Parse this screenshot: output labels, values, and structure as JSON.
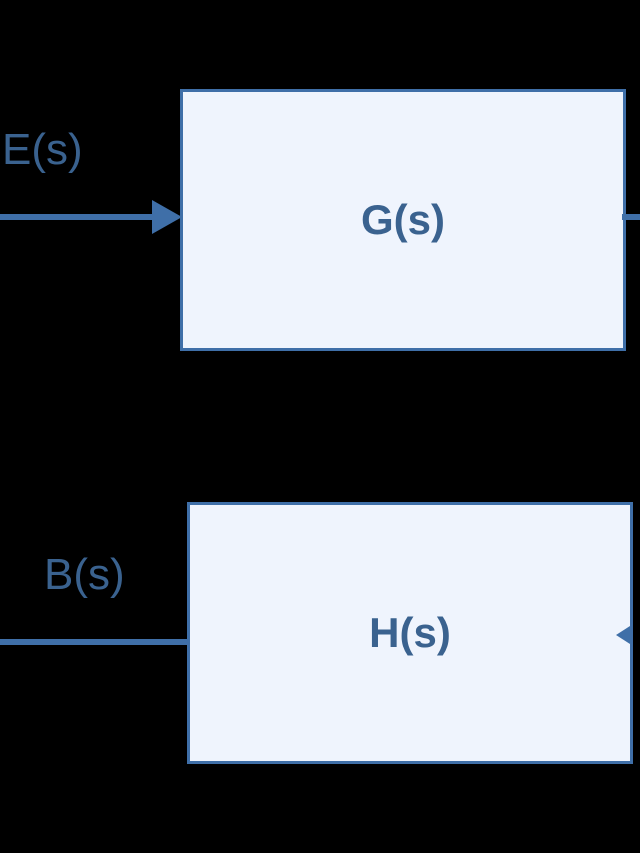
{
  "diagram": {
    "type": "control-system-block-diagram",
    "background_color": "#000000",
    "accent_color": "#3f6fa8",
    "block_fill_color": "#eff4fd",
    "text_color": "#3a628f",
    "blocks": [
      {
        "id": "gs",
        "label": "G(s)",
        "name": "forward-path-transfer-function"
      },
      {
        "id": "hs",
        "label": "H(s)",
        "name": "feedback-path-transfer-function"
      }
    ],
    "signals": [
      {
        "id": "es",
        "label": "E(s)",
        "name": "error-signal",
        "direction": "into-gs-block",
        "has_arrowhead": true
      },
      {
        "id": "bs",
        "label": "B(s)",
        "name": "feedback-signal",
        "direction": "out-of-hs-block",
        "has_arrowhead": false
      }
    ],
    "connectors": [
      {
        "id": "gs-output",
        "name": "gs-output-wire",
        "has_arrowhead": false
      },
      {
        "id": "hs-input",
        "name": "hs-input-wire",
        "has_arrowhead": true
      }
    ]
  }
}
